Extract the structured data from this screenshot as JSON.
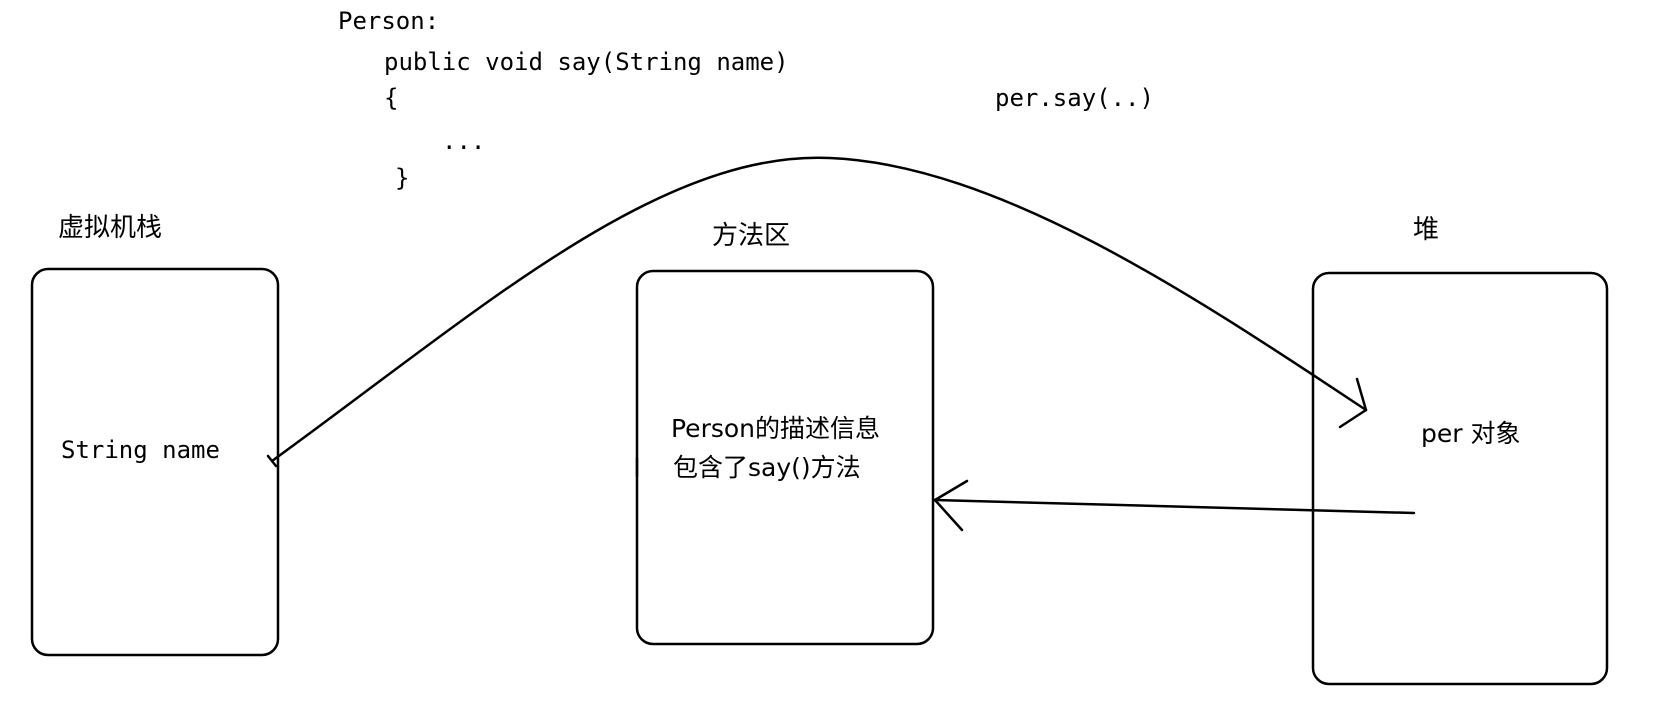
{
  "code": {
    "line1": "Person:",
    "line2": "public void say(String name)",
    "line3": "{",
    "line4": "...",
    "line5": "}",
    "call": "per.say(..)"
  },
  "regions": {
    "stack": {
      "title": "虚拟机栈",
      "content": "String name"
    },
    "method_area": {
      "title": "方法区",
      "line1": "Person的描述信息",
      "line2": "包含了say()方法"
    },
    "heap": {
      "title": "堆",
      "content": "per 对象"
    }
  },
  "colors": {
    "stroke": "#000000",
    "background": "#ffffff"
  }
}
